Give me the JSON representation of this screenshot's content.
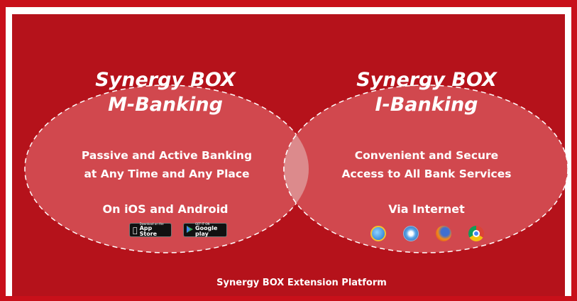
{
  "left_circle": {
    "title_line1": "Synergy BOX",
    "title_line2": "M-Banking",
    "desc_line1": "Passive and Active Banking",
    "desc_line2": "at Any Time and Any Place",
    "platform": "On iOS and Android",
    "badges": [
      {
        "icon": "apple-icon",
        "small": "Download on the",
        "big": "App Store"
      },
      {
        "icon": "google-play-icon",
        "small": "GET IT ON",
        "big": "Google play"
      }
    ]
  },
  "right_circle": {
    "title_line1": "Synergy BOX",
    "title_line2": "I-Banking",
    "desc_line1": "Convenient and Secure",
    "desc_line2": "Access to All Bank Services",
    "platform": "Via Internet",
    "browser_icons": [
      "internet-explorer-icon",
      "safari-icon",
      "firefox-icon",
      "chrome-icon"
    ]
  },
  "footer": "Synergy BOX Extension Platform",
  "colors": {
    "border_red": "#c8101a",
    "panel_red": "#b5121b",
    "circle_fill": "#d1484e",
    "overlap_fill": "#dc8a8c"
  }
}
